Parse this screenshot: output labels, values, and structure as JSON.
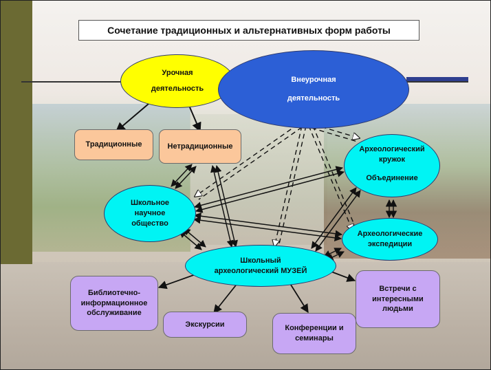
{
  "title": "Сочетание традиционных и альтернативных  форм работы",
  "nodes": {
    "urochnaya": {
      "line1": "Урочная",
      "line2": "деятельность"
    },
    "vneurochnaya": {
      "line1": "Внеурочная",
      "line2": "деятельность"
    },
    "traditsionnye": "Традиционные",
    "netraditsionnye": "Нетрадиционные",
    "kruzhok": {
      "line1": "Археологический",
      "line2": "кружок",
      "line3": "Объединение"
    },
    "nauchnoe": {
      "line1": "Школьное",
      "line2": "научное",
      "line3": "общество"
    },
    "ekspeditsii": {
      "line1": "Археологические",
      "line2": "экспедиции"
    },
    "muzey": {
      "line1": "Школьный",
      "line2": "археологический МУЗЕЙ"
    },
    "biblioteka": {
      "line1": "Библиотечно-",
      "line2": "информационное",
      "line3": "обслуживание"
    },
    "ekskursii": "Экскурсии",
    "konferentsii": {
      "line1": "Конференции и",
      "line2": "семинары"
    },
    "vstrechi": {
      "line1": "Встречи с",
      "line2": "интересными",
      "line3": "людьми"
    }
  },
  "colors": {
    "yellow": "#ffff00",
    "blue": "#2c5fd6",
    "cyan": "#00f4f4",
    "peach": "#fbc79b",
    "lilac": "#c7a7f4"
  }
}
